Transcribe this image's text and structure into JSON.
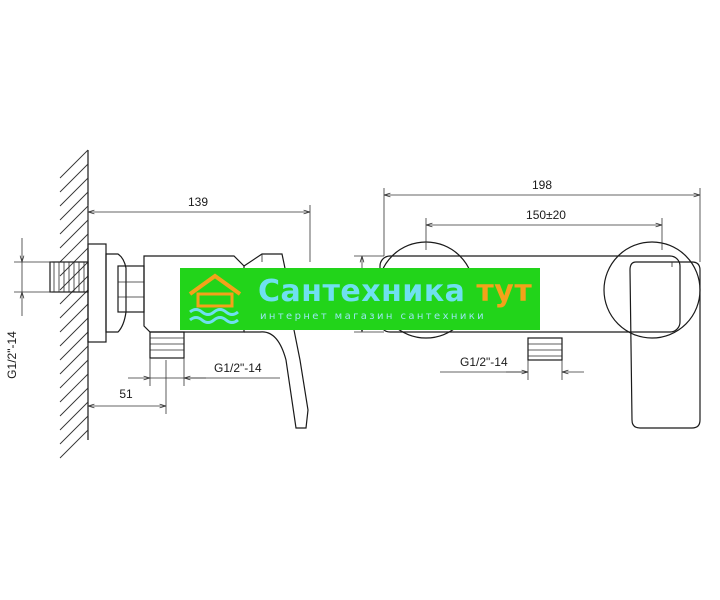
{
  "dimensions": {
    "overall_depth": "139",
    "outlet_offset": "51",
    "thread_side_vertical": "G1/2\"-14",
    "thread_side_outlet": "G1/2\"-14",
    "overall_width": "198",
    "center_distance": "150±20",
    "thread_front_outlet": "G1/2\"-14"
  },
  "watermark": {
    "brand_main": "Сантехника",
    "brand_accent": "тут",
    "tagline": "интернет магазин сантехники",
    "background_color": "#22d41a",
    "text_color": "#6fe0f0",
    "accent_color": "#f4a21a"
  }
}
